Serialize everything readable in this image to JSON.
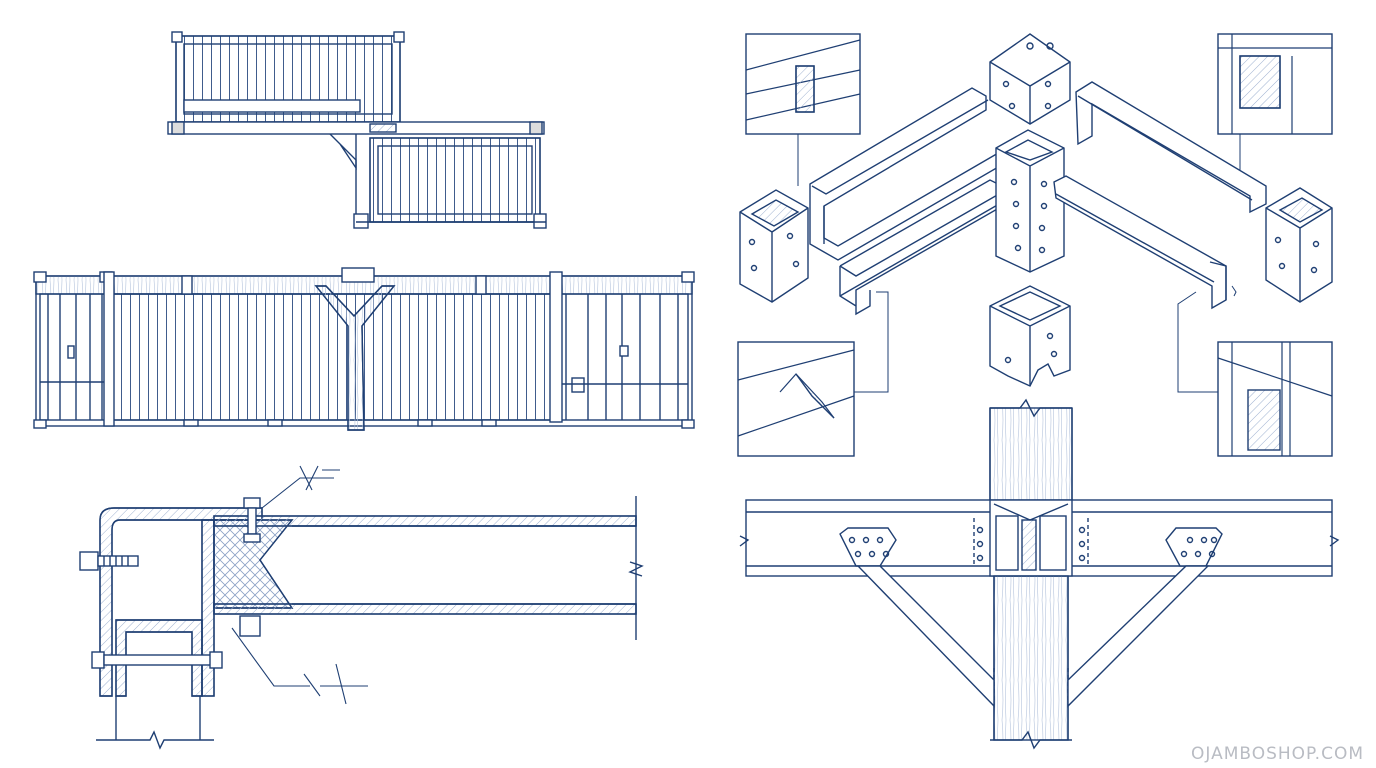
{
  "colors": {
    "line": "#1f3f73",
    "light": "#6f89b3",
    "hatch": "#9fb2d1",
    "paper": "#ffffff",
    "watermark": "#b9bcc3"
  },
  "watermark": {
    "text": "OJAMBOSHOP.COM"
  },
  "drawings": [
    {
      "name": "container-deck-top-view"
    },
    {
      "name": "container-elevation-with-y-column"
    },
    {
      "name": "corner-post-beam-section-detail"
    },
    {
      "name": "exploded-steel-corner-assembly"
    },
    {
      "name": "timber-post-beam-bracing-elevation"
    }
  ]
}
